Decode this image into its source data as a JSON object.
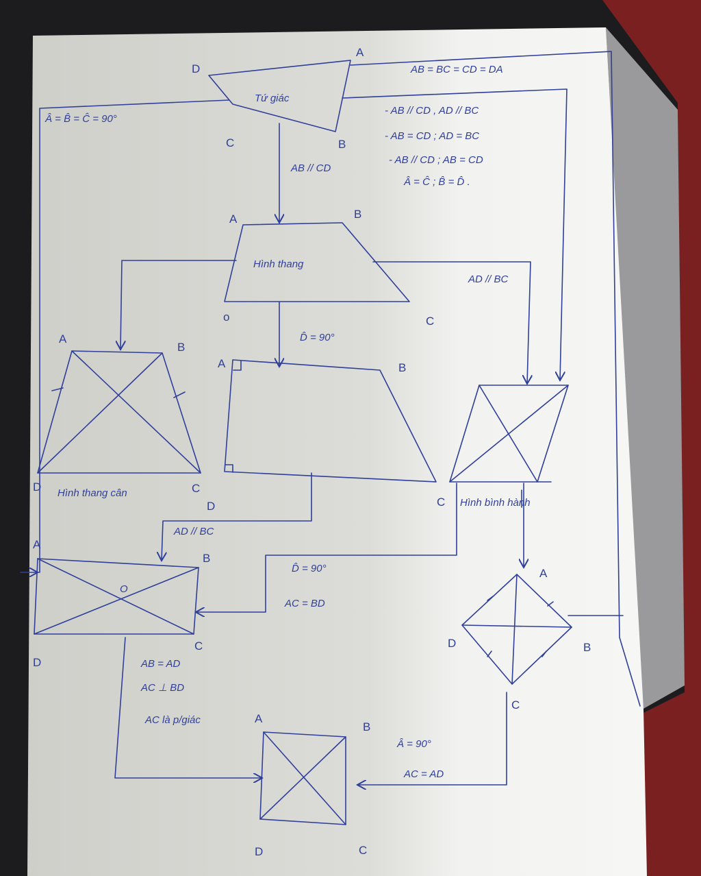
{
  "colors": {
    "ink": "#2f3f9a",
    "paper": "#e6e6e3",
    "desk": "#1c1c1e",
    "background_right": "#7a2020"
  },
  "quadrilateral": {
    "title": "Tứ giác",
    "vertices": {
      "a": "A",
      "b": "B",
      "c": "C",
      "d": "D"
    }
  },
  "conditions": {
    "rhombus": "AB = BC = CD = DA",
    "parallelogram_1": "- AB // CD , AD // BC",
    "parallelogram_2": "- AB = CD ; AD = BC",
    "parallelogram_3": "- AB // CD ; AB = CD",
    "parallelogram_4": "Â = Ĉ ; B̂ = D̂ .",
    "rectangle_from_quad": "Â = B̂ = Ĉ = 90°",
    "trapezoid": "AB // CD",
    "parallelogram_from_trapezoid": "AD // BC",
    "right_trapezoid": "D̂ = 90°",
    "rectangle_from_right_trapezoid": "AD // BC",
    "rectangle_from_parallelogram_1": "D̂ = 90°",
    "rectangle_from_parallelogram_2": "AC = BD",
    "square_from_rectangle_1": "AB = AD",
    "square_from_rectangle_2": "AC ⊥ BD",
    "square_from_rectangle_3": "AC là p/giác",
    "square_from_rhombus_1": "Â = 90°",
    "square_from_rhombus_2": "AC = AD"
  },
  "trapezoid": {
    "title": "Hình thang",
    "vertices": {
      "a": "A",
      "b": "B",
      "c": "C",
      "d": "o"
    }
  },
  "isosceles_trapezoid": {
    "title": "Hình thang cân",
    "vertices": {
      "a": "A",
      "b": "B",
      "c": "C",
      "d": "D"
    }
  },
  "right_trapezoid": {
    "vertices": {
      "a": "A",
      "b": "B",
      "c": "C",
      "d": "D"
    }
  },
  "parallelogram": {
    "title": "Hình bình hành"
  },
  "rectangle": {
    "vertices": {
      "a": "A",
      "b": "B",
      "c": "C",
      "d": "D",
      "o": "O"
    }
  },
  "rhombus": {
    "vertices": {
      "a": "A",
      "b": "B",
      "c": "C",
      "d": "D"
    }
  },
  "square": {
    "vertices": {
      "a": "A",
      "b": "B",
      "c": "C",
      "d": "D"
    }
  }
}
